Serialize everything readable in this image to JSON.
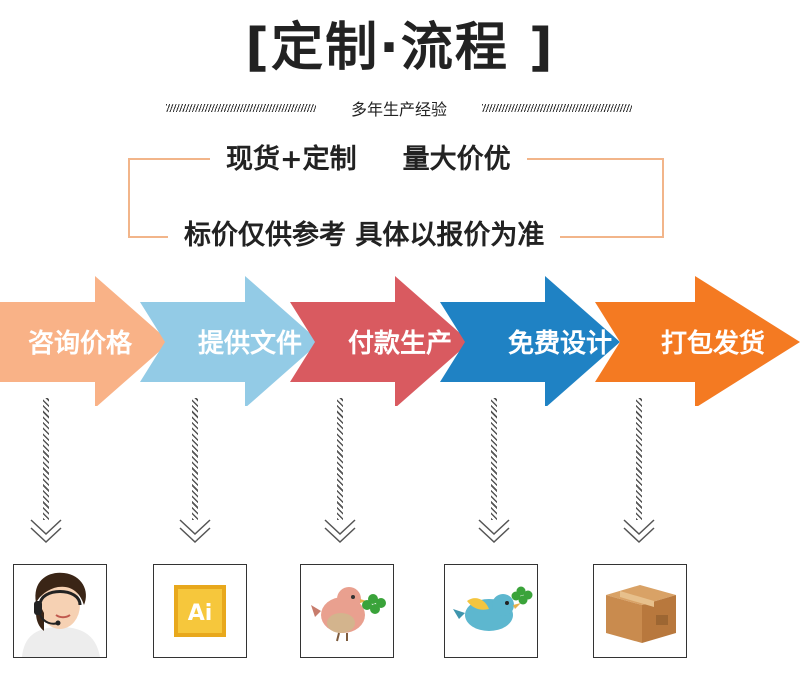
{
  "header": {
    "title": "[定制·流程 ]",
    "subtitle": "多年生产经验"
  },
  "info": {
    "line1_a": "现货+定制",
    "line1_b": "量大价优",
    "line2": "标价仅供参考  具体以报价为准"
  },
  "steps": [
    {
      "label": "咨询价格",
      "color": "#f9b287",
      "icon": "headset-agent-icon"
    },
    {
      "label": "提供文件",
      "color": "#93cbe6",
      "icon": "illustrator-file-icon"
    },
    {
      "label": "付款生产",
      "color": "#d95a60",
      "icon": "pink-bird-clover-icon"
    },
    {
      "label": "免费设计",
      "color": "#1f82c4",
      "icon": "blue-bird-clover-icon"
    },
    {
      "label": "打包发货",
      "color": "#f47a22",
      "icon": "shipping-box-icon"
    }
  ],
  "colors": {
    "box_border": "#f2b58a",
    "title_text": "#222222"
  },
  "thumbs": {
    "ai_text": "Ai"
  }
}
